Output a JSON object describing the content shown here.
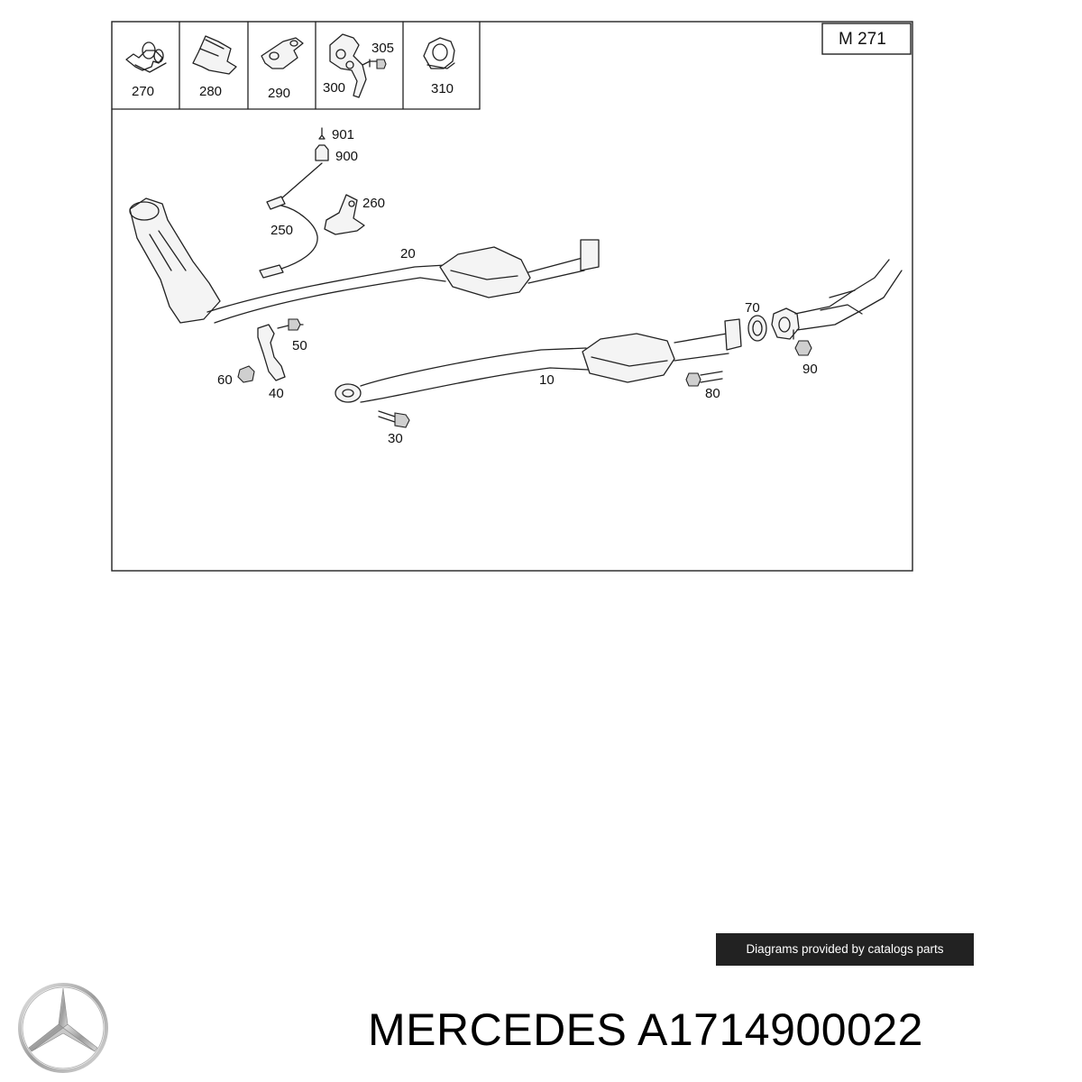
{
  "engine_code": "M 271",
  "detail_panels": [
    {
      "label": "270"
    },
    {
      "label": "280"
    },
    {
      "label": "290"
    },
    {
      "label_a": "305",
      "label_b": "300"
    },
    {
      "label": "310"
    }
  ],
  "callouts": {
    "c901": "901",
    "c900": "900",
    "c260": "260",
    "c250": "250",
    "c20": "20",
    "c70": "70",
    "c50": "50",
    "c90": "90",
    "c60": "60",
    "c40": "40",
    "c10": "10",
    "c80": "80",
    "c30": "30"
  },
  "credit": "Diagrams provided by catalogs parts",
  "brand": "MERCEDES",
  "part_number": "A1714900022",
  "brand_logo_icon": "three-pointed-star-icon"
}
